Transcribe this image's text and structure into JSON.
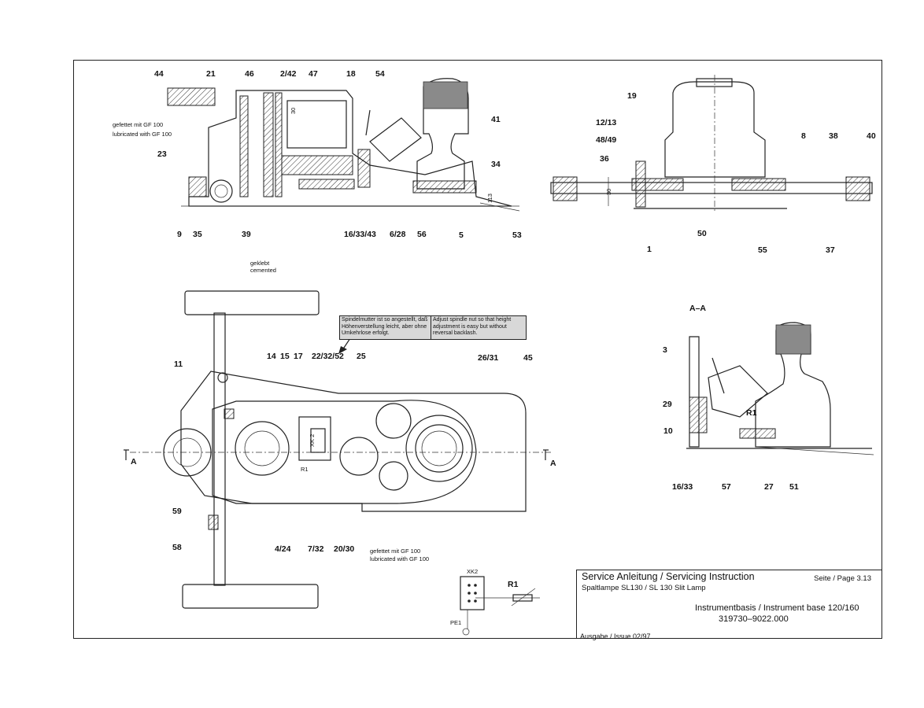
{
  "title_block": {
    "title": "Service Anleitung / Servicing Instruction",
    "page": "Seite / Page 3.13",
    "subtitle": "Spaltlampe SL130 / SL 130 Slit Lamp",
    "part_name": "Instrumentbasis / Instrument base  120/160",
    "part_number": "319730–9022.000",
    "issue": "Ausgabe / Issue  02/97"
  },
  "adjust_note": {
    "de": "Spindelmutter ist so angestellt, daß Höhenverstellung leicht, aber ohne Umkehrlose erfolgt.",
    "en": "Adjust spindle nut so that height adjustment is easy but without reversal backlash."
  },
  "lubrication_note_top": {
    "de": "gefettet mit GF 100",
    "en": "lubricated with GF 100"
  },
  "lubrication_note_bottom": {
    "de": "gefettet mit GF 100",
    "en": "lubricated with GF 100"
  },
  "cement_note": {
    "de": "geklebt",
    "en": "cemented"
  },
  "section_label": "A–A",
  "section_marks": [
    "A",
    "A"
  ],
  "circuit": {
    "connector": "XK2",
    "resistor": "R1",
    "ground": "PE1"
  },
  "dimension_marks": {
    "d1": "30",
    "d2": "30",
    "d3": "113"
  },
  "callouts_side_view": [
    "44",
    "21",
    "46",
    "2/42",
    "47",
    "18",
    "54",
    "41",
    "23",
    "9",
    "35",
    "39",
    "16/33/43",
    "6/28",
    "56",
    "5",
    "34",
    "53"
  ],
  "callouts_front_view": [
    "19",
    "12/13",
    "48/49",
    "36",
    "8",
    "38",
    "40",
    "50",
    "1",
    "55",
    "37"
  ],
  "callouts_top_view": [
    "11",
    "14",
    "15",
    "17",
    "22/32/52",
    "25",
    "26/31",
    "45",
    "59",
    "58",
    "4/24",
    "7/32",
    "20/30"
  ],
  "callouts_section_view": [
    "3",
    "29",
    "10",
    "16/33",
    "57",
    "27",
    "51"
  ],
  "inline_labels": {
    "r1_in_section": "R1",
    "xk2_in_top": "XK 2",
    "r1_in_top": "R1"
  }
}
